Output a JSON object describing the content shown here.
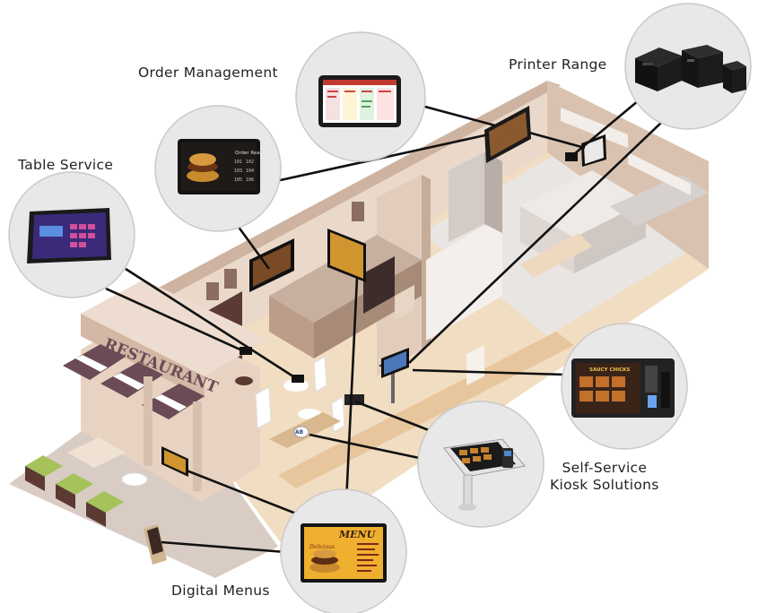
{
  "labels": {
    "order_management": "Order Management",
    "printer_range": "Printer Range",
    "table_service": "Table Service",
    "self_service_line1": "Self-Service",
    "self_service_line2": "Kiosk Solutions",
    "digital_menus": "Digital Menus"
  },
  "restaurant_sign": "RESTAURANT",
  "screens": {
    "order_display_title": "Order Ready",
    "order_numbers": [
      "101",
      "102",
      "103",
      "104",
      "105",
      "106"
    ],
    "kiosk_header": "SAUCY CHICKS",
    "menu_board_title": "MENU",
    "menu_board_subtitle": "Delicious",
    "kiosk_brand": "AB"
  },
  "colors": {
    "wall": "#ead9ca",
    "wall_shade": "#d9c3b0",
    "floor": "#f1ddc2",
    "kitchen_floor": "#e9e5e2",
    "dark_brown": "#5b3a33",
    "awning_stripe": "#6b4b55",
    "counter": "#bb9d8a",
    "circle_bg": "#e8e8e8",
    "circle_stroke": "#c9c9c9",
    "connector": "#111111",
    "label_text": "#222222"
  }
}
